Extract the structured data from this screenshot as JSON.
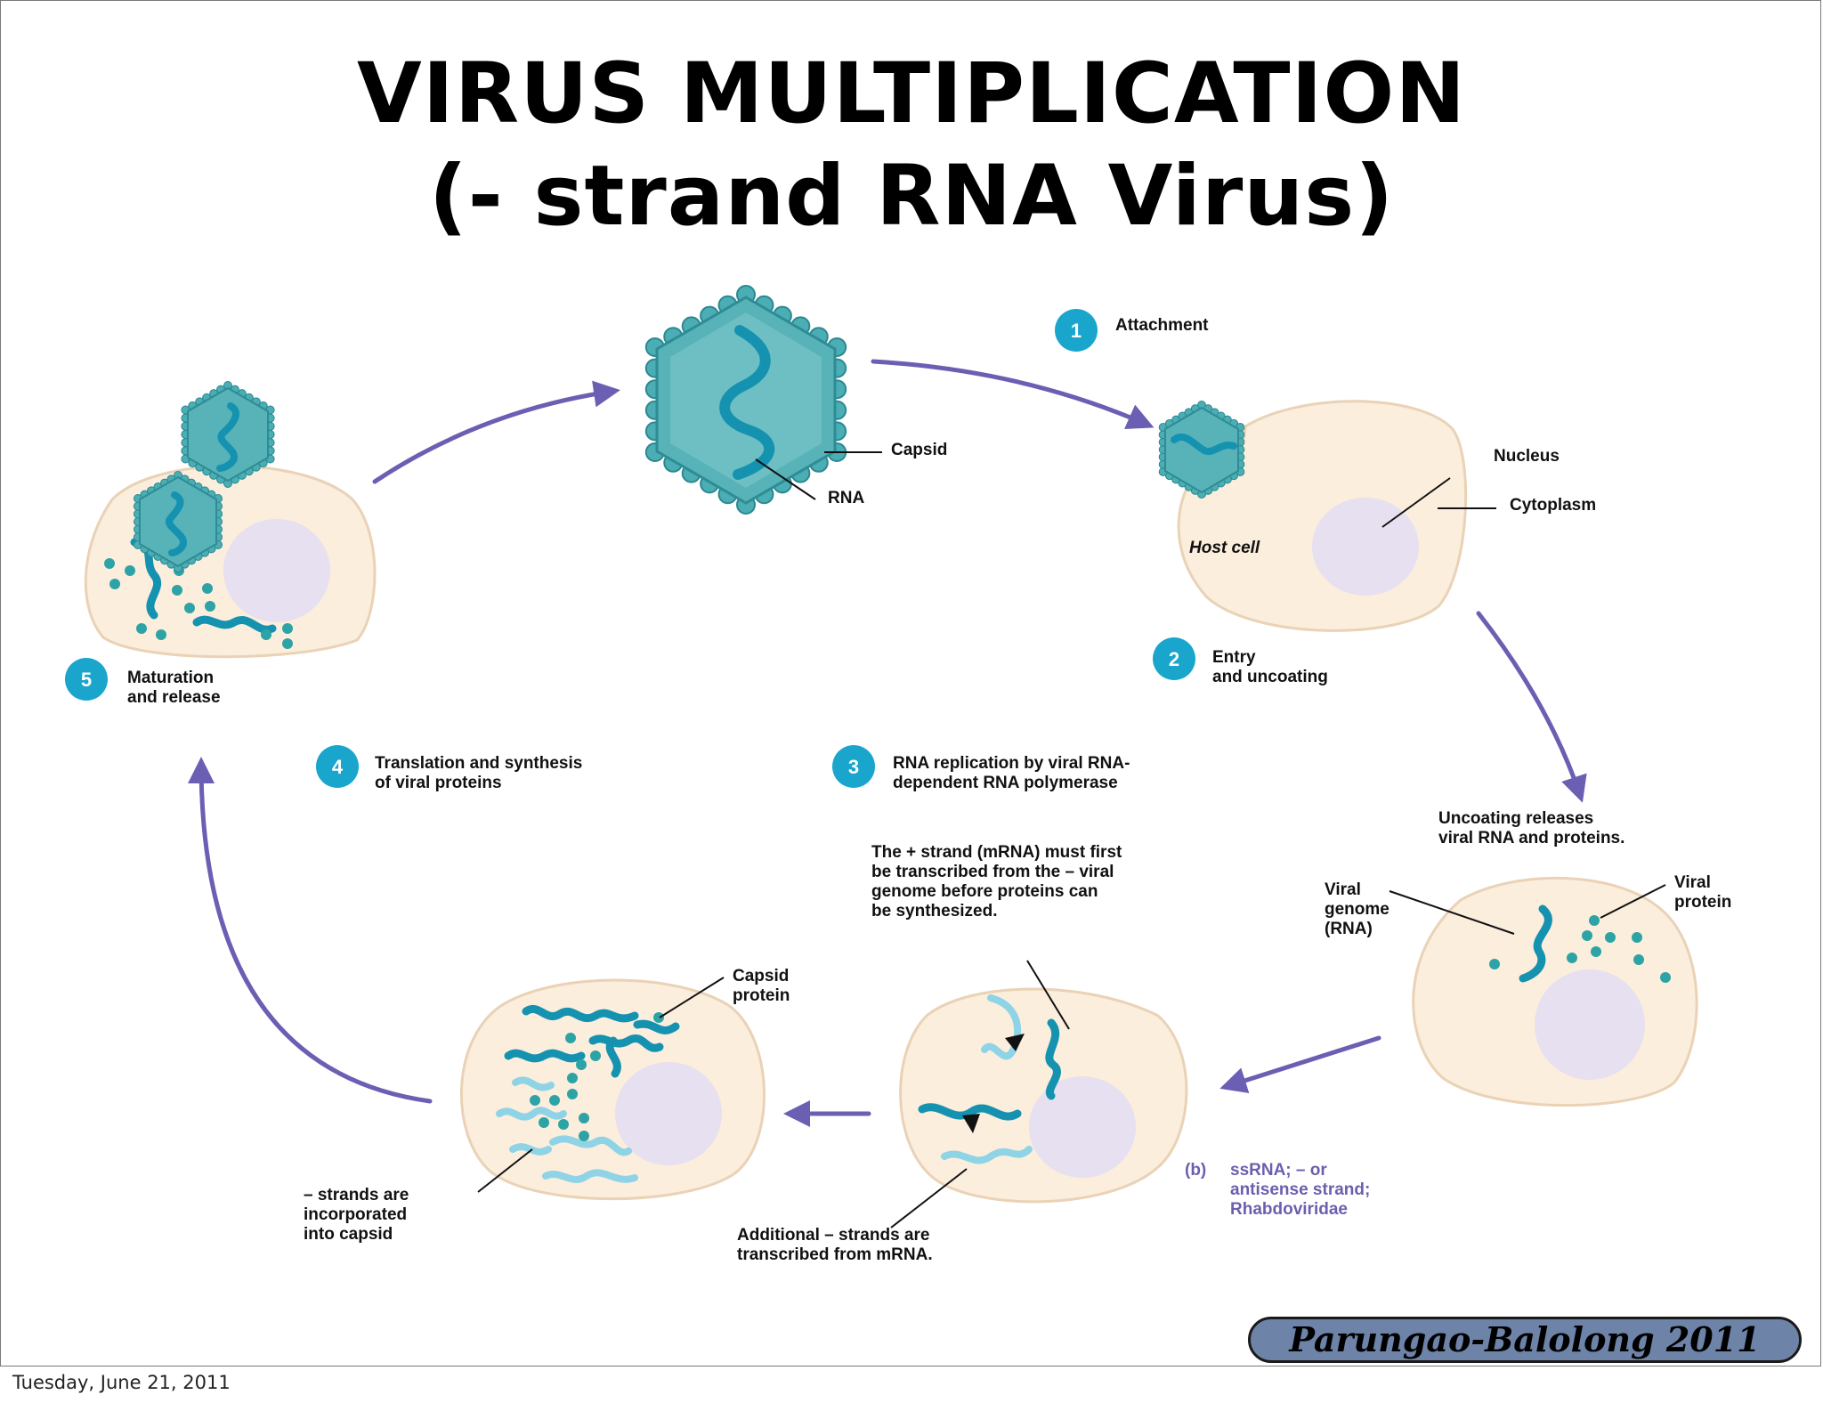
{
  "title": {
    "line1": "VIRUS MULTIPLICATION",
    "line2": "(- strand RNA Virus)"
  },
  "virion": {
    "capsid_label": "Capsid",
    "rna_label": "RNA"
  },
  "steps": [
    {
      "number": "1",
      "label_lines": [
        "Attachment"
      ]
    },
    {
      "number": "2",
      "label_lines": [
        "Entry",
        "and uncoating"
      ]
    },
    {
      "number": "3",
      "label_lines": [
        "RNA replication by viral RNA-",
        "dependent RNA polymerase"
      ]
    },
    {
      "number": "4",
      "label_lines": [
        "Translation and synthesis",
        "of viral proteins"
      ]
    },
    {
      "number": "5",
      "label_lines": [
        "Maturation",
        "and release"
      ]
    }
  ],
  "host_cell": {
    "host_cell_label": "Host cell",
    "nucleus_label": "Nucleus",
    "cytoplasm_label": "Cytoplasm"
  },
  "uncoating": {
    "note_lines": [
      "Uncoating releases",
      "viral RNA and proteins."
    ],
    "viral_genome_lines": [
      "Viral",
      "genome",
      "(RNA)"
    ],
    "viral_protein_lines": [
      "Viral",
      "protein"
    ]
  },
  "replication": {
    "note_lines": [
      "The + strand (mRNA) must first",
      "be transcribed from the – viral",
      "genome before proteins can",
      "be synthesized."
    ],
    "additional_lines": [
      "Additional – strands are",
      "transcribed from mRNA."
    ]
  },
  "assembly": {
    "capsid_protein_lines": [
      "Capsid",
      "protein"
    ],
    "incorporated_lines": [
      "– strands are",
      "incorporated",
      "into capsid"
    ]
  },
  "panel_note": {
    "letter": "(b)",
    "lines": [
      "ssRNA; – or",
      "antisense strand;",
      "Rhabdoviridae"
    ]
  },
  "credit": "Parungao-Balolong 2011",
  "footer_date": "Tuesday, June 21, 2011",
  "colors": {
    "cell_fill": "#fbeedd",
    "cell_stroke": "#ead2b6",
    "nucleus_fill": "#e6e0f0",
    "capsid_teal": "#3fa7ad",
    "rna_teal": "#1592b0",
    "light_rna": "#8fd3e6",
    "arrow_purple": "#6a5fb3",
    "step_circle": "#1aa6cc"
  }
}
